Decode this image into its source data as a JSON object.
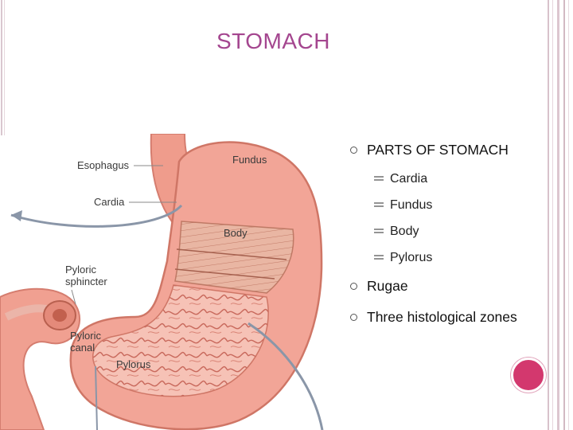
{
  "slide": {
    "title": "STOMACH",
    "accent_color": "#a4468f",
    "dot_color": "#d3386e"
  },
  "diagram": {
    "labels": {
      "esophagus": "Esophagus",
      "fundus": "Fundus",
      "cardia": "Cardia",
      "body": "Body",
      "pyloric_sphincter_1": "Pyloric",
      "pyloric_sphincter_2": "sphincter",
      "pyloric_canal_1": "Pyloric",
      "pyloric_canal_2": "canal",
      "pylorus": "Pylorus"
    }
  },
  "bullets": {
    "parts_heading": "PARTS OF STOMACH",
    "parts": [
      "Cardia",
      "Fundus",
      "Body",
      "Pylorus"
    ],
    "rugae": "Rugae",
    "zones": "Three histological zones"
  }
}
